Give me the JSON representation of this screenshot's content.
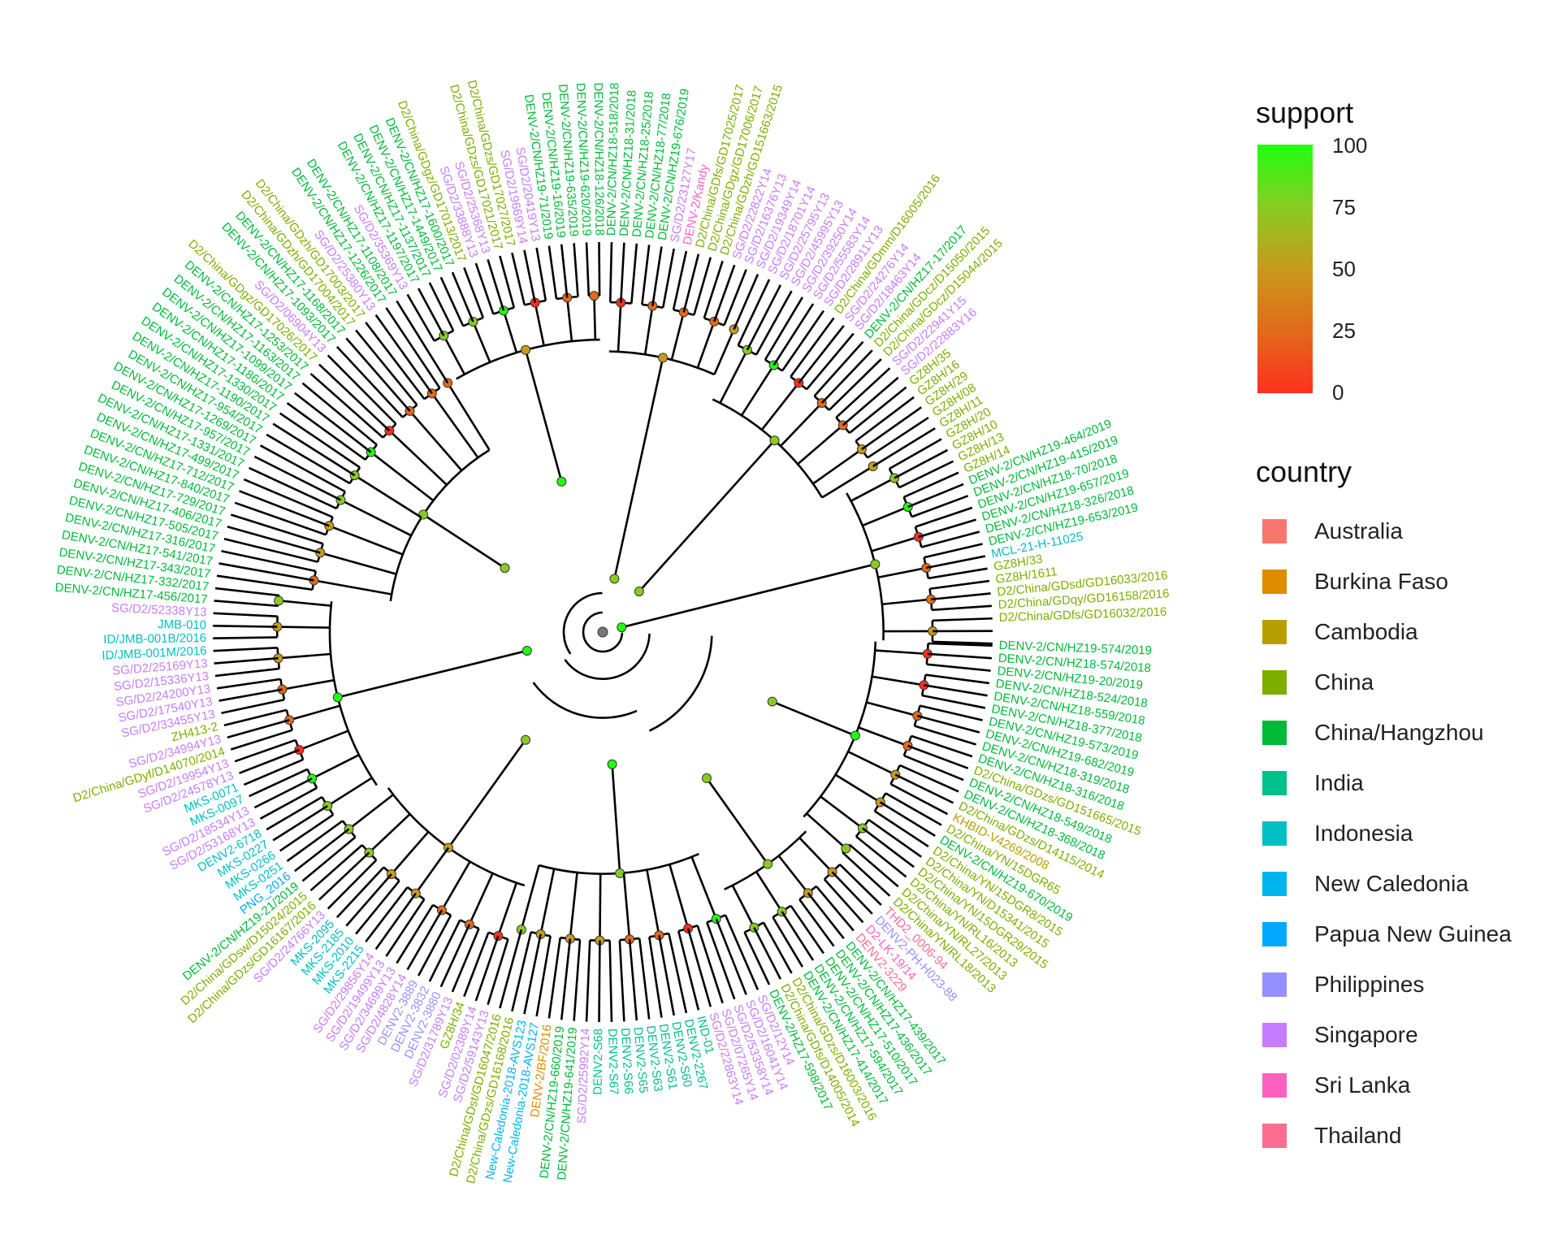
{
  "legend": {
    "support_title": "support",
    "support_ticks": [
      "100",
      "75",
      "50",
      "25",
      "0"
    ],
    "support_colors": [
      "#22ff11",
      "#88cc22",
      "#c89a1c",
      "#e26a1a",
      "#ff2f1f"
    ],
    "country_title": "country",
    "countries": [
      {
        "label": "Australia",
        "color": "#F8766D"
      },
      {
        "label": "Burkina Faso",
        "color": "#DE8C00"
      },
      {
        "label": "Cambodia",
        "color": "#B79F00"
      },
      {
        "label": "China",
        "color": "#7CAE00"
      },
      {
        "label": "China/Hangzhou",
        "color": "#00BA38"
      },
      {
        "label": "India",
        "color": "#00C08B"
      },
      {
        "label": "Indonesia",
        "color": "#00BFC4"
      },
      {
        "label": "New Caledonia",
        "color": "#00B4F0"
      },
      {
        "label": "Papua New Guinea",
        "color": "#00A9FF"
      },
      {
        "label": "Philippines",
        "color": "#9590FF"
      },
      {
        "label": "Singapore",
        "color": "#C77CFF"
      },
      {
        "label": "Sri Lanka",
        "color": "#FF61C3"
      },
      {
        "label": "Thailand",
        "color": "#FF6C91"
      }
    ]
  },
  "tree": {
    "tips": [
      {
        "label": "DENV-2/CN/HZ19-574/2019",
        "country": "China/Hangzhou"
      },
      {
        "label": "DENV-2/CN/HZ18-574/2018",
        "country": "China/Hangzhou"
      },
      {
        "label": "DENV-2/CN/HZ19-20/2019",
        "country": "China/Hangzhou"
      },
      {
        "label": "DENV-2/CN/HZ18-524/2018",
        "country": "China/Hangzhou"
      },
      {
        "label": "DENV-2/CN/HZ18-559/2018",
        "country": "China/Hangzhou"
      },
      {
        "label": "DENV-2/CN/HZ18-377/2018",
        "country": "China/Hangzhou"
      },
      {
        "label": "DENV-2/CN/HZ19-573/2019",
        "country": "China/Hangzhou"
      },
      {
        "label": "DENV-2/CN/HZ19-682/2019",
        "country": "China/Hangzhou"
      },
      {
        "label": "DENV-2/CN/HZ18-319/2018",
        "country": "China/Hangzhou"
      },
      {
        "label": "DENV-2/CN/HZ18-316/2018",
        "country": "China/Hangzhou"
      },
      {
        "label": "D2/China/GDzs/GD151665/2015",
        "country": "China"
      },
      {
        "label": "DENV-2/CN/HZ18-549/2018",
        "country": "China/Hangzhou"
      },
      {
        "label": "DENV-2/CN/HZ18-368/2018",
        "country": "China/Hangzhou"
      },
      {
        "label": "D2/China/GDzs/D14115/2014",
        "country": "China"
      },
      {
        "label": "KHBID-V4269/2008",
        "country": "Cambodia"
      },
      {
        "label": "D2/China/YN/15DGR65",
        "country": "China"
      },
      {
        "label": "DENV-2/CN/HZ19-670/2019",
        "country": "China/Hangzhou"
      },
      {
        "label": "D2/China/YN/15DGR8/2015",
        "country": "China"
      },
      {
        "label": "D2/China/YN/D15341/2015",
        "country": "China"
      },
      {
        "label": "D2/China/YN/15DGR29/2015",
        "country": "China"
      },
      {
        "label": "D2/China/YN/RL16/2013",
        "country": "China"
      },
      {
        "label": "D2/China/YN/RL27/2013",
        "country": "China"
      },
      {
        "label": "D2/China/YN/RL18/2013",
        "country": "China"
      },
      {
        "label": "THD2_0006-94",
        "country": "Thailand"
      },
      {
        "label": "DENV2-PH-H023-88",
        "country": "Philippines"
      },
      {
        "label": "D2-LK-19/14",
        "country": "Sri Lanka"
      },
      {
        "label": "DENV2-3229",
        "country": "Thailand"
      },
      {
        "label": "DENV-2/CN/HZ17-439/2017",
        "country": "China/Hangzhou"
      },
      {
        "label": "DENV-2/CN/HZ17-436/2017",
        "country": "China/Hangzhou"
      },
      {
        "label": "DENV-2/CN/HZ17-510/2017",
        "country": "China/Hangzhou"
      },
      {
        "label": "DENV-2/CN/HZ17-594/2017",
        "country": "China/Hangzhou"
      },
      {
        "label": "DENV-2/CN/HZ17-414/2017",
        "country": "China/Hangzhou"
      },
      {
        "label": "D2/China/GDzs/D16003/2016",
        "country": "China"
      },
      {
        "label": "D2/China/GDfs/D14005/2014",
        "country": "China"
      },
      {
        "label": "DENV-2/HZ17-598/2017",
        "country": "China/Hangzhou"
      },
      {
        "label": "SG/D2/12Y14",
        "country": "Singapore"
      },
      {
        "label": "SG/D2/16041Y14",
        "country": "Singapore"
      },
      {
        "label": "SG/D2/53358Y14",
        "country": "Singapore"
      },
      {
        "label": "SG/D2/07265Y14",
        "country": "Singapore"
      },
      {
        "label": "SG/D2/22863Y14",
        "country": "Singapore"
      },
      {
        "label": "IND-01",
        "country": "India"
      },
      {
        "label": "DENV2-2267",
        "country": "India"
      },
      {
        "label": "DENV2-S60",
        "country": "India"
      },
      {
        "label": "DENV2-S61",
        "country": "India"
      },
      {
        "label": "DENV2-S63",
        "country": "India"
      },
      {
        "label": "DENV2-S65",
        "country": "India"
      },
      {
        "label": "DENV2-S66",
        "country": "India"
      },
      {
        "label": "DENV2-S67",
        "country": "India"
      },
      {
        "label": "DENV2-S68",
        "country": "India"
      },
      {
        "label": "SG/D2/25992Y14",
        "country": "Singapore"
      },
      {
        "label": "DENV-2/CN/HZ19-641/2019",
        "country": "China/Hangzhou"
      },
      {
        "label": "DENV-2/CN/HZ19-660/2019",
        "country": "China/Hangzhou"
      },
      {
        "label": "DENV-2/BF/2016",
        "country": "Burkina Faso"
      },
      {
        "label": "New-Caledonia-2018-AVS127",
        "country": "New Caledonia"
      },
      {
        "label": "New-Caledonia-2018-AVS123",
        "country": "New Caledonia"
      },
      {
        "label": "D2/China/GDzs/GD16168/2016",
        "country": "China"
      },
      {
        "label": "D2/China/GDst/GD16047/2016",
        "country": "China"
      },
      {
        "label": "SG/D2/59143Y13",
        "country": "Singapore"
      },
      {
        "label": "SG/D2/02389Y14",
        "country": "Singapore"
      },
      {
        "label": "GZ8H/34",
        "country": "China"
      },
      {
        "label": "SG/D2/31789Y13",
        "country": "Singapore"
      },
      {
        "label": "DENV2-3880",
        "country": "Philippines"
      },
      {
        "label": "DENV2-3832",
        "country": "Philippines"
      },
      {
        "label": "DENV2-3889",
        "country": "Philippines"
      },
      {
        "label": "SG/D2/4828Y14",
        "country": "Singapore"
      },
      {
        "label": "SG/D2/34699Y13",
        "country": "Singapore"
      },
      {
        "label": "SG/D2/19499Y13",
        "country": "Singapore"
      },
      {
        "label": "SG/D2/29856Y14",
        "country": "Singapore"
      },
      {
        "label": "MKS-2215",
        "country": "Indonesia"
      },
      {
        "label": "MKS-2010",
        "country": "Indonesia"
      },
      {
        "label": "MKS-2185",
        "country": "Indonesia"
      },
      {
        "label": "MKS-2095",
        "country": "Indonesia"
      },
      {
        "label": "SG/D2/24766Y13",
        "country": "Singapore"
      },
      {
        "label": "D2/China/GDzs/GD16167/2016",
        "country": "China"
      },
      {
        "label": "D2/China/GDsw/D15024/2015",
        "country": "China"
      },
      {
        "label": "DENV-2/CN/HZ19-21/2019",
        "country": "China/Hangzhou"
      },
      {
        "label": "PNG_2016",
        "country": "Papua New Guinea"
      },
      {
        "label": "MKS-0251",
        "country": "Indonesia"
      },
      {
        "label": "MKS-0266",
        "country": "Indonesia"
      },
      {
        "label": "MKS-0227",
        "country": "Indonesia"
      },
      {
        "label": "DENV2-6718",
        "country": "Indonesia"
      },
      {
        "label": "SG/D2/53168Y13",
        "country": "Singapore"
      },
      {
        "label": "SG/D2/18534Y13",
        "country": "Singapore"
      },
      {
        "label": "MKS-0097",
        "country": "Indonesia"
      },
      {
        "label": "MKS-0071",
        "country": "Indonesia"
      },
      {
        "label": "SG/D2/24578Y13",
        "country": "Singapore"
      },
      {
        "label": "SG/D2/19954Y13",
        "country": "Singapore"
      },
      {
        "label": "D2/China/GDyf/D14070/2014",
        "country": "China"
      },
      {
        "label": "SG/D2/34994Y13",
        "country": "Singapore"
      },
      {
        "label": "ZH413-2",
        "country": "China"
      },
      {
        "label": "SG/D2/33455Y13",
        "country": "Singapore"
      },
      {
        "label": "SG/D2/17540Y13",
        "country": "Singapore"
      },
      {
        "label": "SG/D2/24200Y13",
        "country": "Singapore"
      },
      {
        "label": "SG/D2/15336Y13",
        "country": "Singapore"
      },
      {
        "label": "SG/D2/25169Y13",
        "country": "Singapore"
      },
      {
        "label": "ID/JMB-001M/2016",
        "country": "Indonesia"
      },
      {
        "label": "ID/JMB-001B/2016",
        "country": "Indonesia"
      },
      {
        "label": "JMB-010",
        "country": "Indonesia"
      },
      {
        "label": "SG/D2/52338Y13",
        "country": "Singapore"
      },
      {
        "label": "DENV-2/CN/HZ17-456/2017",
        "country": "China/Hangzhou"
      },
      {
        "label": "DENV-2/CN/HZ17-332/2017",
        "country": "China/Hangzhou"
      },
      {
        "label": "DENV-2/CN/HZ17-343/2017",
        "country": "China/Hangzhou"
      },
      {
        "label": "DENV-2/CN/HZ17-541/2017",
        "country": "China/Hangzhou"
      },
      {
        "label": "DENV-2/CN/HZ17-316/2017",
        "country": "China/Hangzhou"
      },
      {
        "label": "DENV-2/CN/HZ17-505/2017",
        "country": "China/Hangzhou"
      },
      {
        "label": "DENV-2/CN/HZ17-406/2017",
        "country": "China/Hangzhou"
      },
      {
        "label": "DENV-2/CN/HZ17-729/2017",
        "country": "China/Hangzhou"
      },
      {
        "label": "DENV-2/CN/HZ17-840/2017",
        "country": "China/Hangzhou"
      },
      {
        "label": "DENV-2/CN/HZ17-712/2017",
        "country": "China/Hangzhou"
      },
      {
        "label": "DENV-2/CN/HZ17-499/2017",
        "country": "China/Hangzhou"
      },
      {
        "label": "DENV-2/CN/HZ17-1331/2017",
        "country": "China/Hangzhou"
      },
      {
        "label": "DENV-2/CN/HZ17-957/2017",
        "country": "China/Hangzhou"
      },
      {
        "label": "DENV-2/CN/HZ17-1269/2017",
        "country": "China/Hangzhou"
      },
      {
        "label": "DENV-2/CN/HZ17-954/2017",
        "country": "China/Hangzhou"
      },
      {
        "label": "DENV-2/CN/HZ17-1190/2017",
        "country": "China/Hangzhou"
      },
      {
        "label": "DENV-2/CN/HZ17-1330/2017",
        "country": "China/Hangzhou"
      },
      {
        "label": "DENV-2/CN/HZ17-1186/2017",
        "country": "China/Hangzhou"
      },
      {
        "label": "DENV-2/CN/HZ17-1099/2017",
        "country": "China/Hangzhou"
      },
      {
        "label": "DENV-2/CN/HZ17-1163/2017",
        "country": "China/Hangzhou"
      },
      {
        "label": "DENV-2/CN/HZ17-1253/2017",
        "country": "China/Hangzhou"
      },
      {
        "label": "D2/China/GDgz/GD17026/2017",
        "country": "China"
      },
      {
        "label": "SG/D2/06904Y13",
        "country": "Singapore"
      },
      {
        "label": "DENV-2/CN/HZ17-1093/2017",
        "country": "China/Hangzhou"
      },
      {
        "label": "DENV-2/CN/HZ17-1168/2017",
        "country": "China/Hangzhou"
      },
      {
        "label": "D2/China/GDzh/GD17004/2017",
        "country": "China"
      },
      {
        "label": "D2/China/GDzh/GD17003/2017",
        "country": "China"
      },
      {
        "label": "SG/D2/25380Y13",
        "country": "Singapore"
      },
      {
        "label": "DENV-2/CN/HZ17-1226/2017",
        "country": "China/Hangzhou"
      },
      {
        "label": "DENV-2/CN/HZ17-1108/2017",
        "country": "China/Hangzhou"
      },
      {
        "label": "SG/D2/35369Y13",
        "country": "Singapore"
      },
      {
        "label": "DENV-2/CN/HZ17-1197/2017",
        "country": "China/Hangzhou"
      },
      {
        "label": "DENV-2/CN/HZ17-1137/2017",
        "country": "China/Hangzhou"
      },
      {
        "label": "DENV-2/CN/HZ17-1449/2017",
        "country": "China/Hangzhou"
      },
      {
        "label": "DENV-2/CN/HZ17-1600/2017",
        "country": "China/Hangzhou"
      },
      {
        "label": "D2/China/GDgz/GD17013/2017",
        "country": "China"
      },
      {
        "label": "SG/D2/33888Y13",
        "country": "Singapore"
      },
      {
        "label": "SG/D2/25368Y13",
        "country": "Singapore"
      },
      {
        "label": "D2/China/GDzs/GD17021/2017",
        "country": "China"
      },
      {
        "label": "D2/China/GDzs/GD17027/2017",
        "country": "China"
      },
      {
        "label": "SG/D2/19669Y14",
        "country": "Singapore"
      },
      {
        "label": "SG/D2/20419Y13",
        "country": "Singapore"
      },
      {
        "label": "DENV-2/CN/HZ19-71/2019",
        "country": "China/Hangzhou"
      },
      {
        "label": "DENV-2/CN/HZ19-16/2019",
        "country": "China/Hangzhou"
      },
      {
        "label": "DENV-2/CN/HZ19-635/2019",
        "country": "China/Hangzhou"
      },
      {
        "label": "DENV-2/CN/HZ19-620/2019",
        "country": "China/Hangzhou"
      },
      {
        "label": "DENV-2/CN/HZ18-126/2018",
        "country": "China/Hangzhou"
      },
      {
        "label": "DENV-2/CN/HZ18-518/2018",
        "country": "China/Hangzhou"
      },
      {
        "label": "DENV-2/CN/HZ18-31/2018",
        "country": "China/Hangzhou"
      },
      {
        "label": "DENV-2/CN/HZ18-25/2018",
        "country": "China/Hangzhou"
      },
      {
        "label": "DENV-2/CN/HZ18-77/2018",
        "country": "China/Hangzhou"
      },
      {
        "label": "DENV-2/CN/HZ19-676/2019",
        "country": "China/Hangzhou"
      },
      {
        "label": "SG/D2/23127Y17",
        "country": "Singapore"
      },
      {
        "label": "DENV-2/Kandy",
        "country": "Sri Lanka"
      },
      {
        "label": "D2/China/GDfs/GD17025/2017",
        "country": "China"
      },
      {
        "label": "D2/China/GDgz/GD17006/2017",
        "country": "China"
      },
      {
        "label": "D2/China/GDzh/GD151663/2015",
        "country": "China"
      },
      {
        "label": "SG/D2/22822Y14",
        "country": "Singapore"
      },
      {
        "label": "SG/D2/16376Y13",
        "country": "Singapore"
      },
      {
        "label": "SG/D2/19349Y14",
        "country": "Singapore"
      },
      {
        "label": "SG/D2/18701Y14",
        "country": "Singapore"
      },
      {
        "label": "SG/D2/25795Y13",
        "country": "Singapore"
      },
      {
        "label": "SG/D2/45995Y13",
        "country": "Singapore"
      },
      {
        "label": "SG/D2/39250Y14",
        "country": "Singapore"
      },
      {
        "label": "SG/D2/55583Y14",
        "country": "Singapore"
      },
      {
        "label": "SG/D2/28911Y13",
        "country": "Singapore"
      },
      {
        "label": "D2/China/GDmm/D16005/2016",
        "country": "China"
      },
      {
        "label": "SG/D2/24276Y14",
        "country": "Singapore"
      },
      {
        "label": "SG/D2/18463Y14",
        "country": "Singapore"
      },
      {
        "label": "DENV-2/CN/HZ17-17/2017",
        "country": "China/Hangzhou"
      },
      {
        "label": "D2/China/GDcz/D15050/2015",
        "country": "China"
      },
      {
        "label": "D2/China/GDcz/D15044/2015",
        "country": "China"
      },
      {
        "label": "SG/D2/22941Y15",
        "country": "Singapore"
      },
      {
        "label": "SG/D2/22883Y16",
        "country": "Singapore"
      },
      {
        "label": "GZ8H/35",
        "country": "China"
      },
      {
        "label": "GZ8H/16",
        "country": "China"
      },
      {
        "label": "GZ8H/29",
        "country": "China"
      },
      {
        "label": "GZ8H/08",
        "country": "China"
      },
      {
        "label": "GZ8H/11",
        "country": "China"
      },
      {
        "label": "GZ8H/20",
        "country": "China"
      },
      {
        "label": "GZ8H/10",
        "country": "China"
      },
      {
        "label": "GZ8H/13",
        "country": "China"
      },
      {
        "label": "GZ8H/14",
        "country": "China"
      },
      {
        "label": "DENV-2/CN/HZ19-464/2019",
        "country": "China/Hangzhou"
      },
      {
        "label": "DENV-2/CN/HZ19-415/2019",
        "country": "China/Hangzhou"
      },
      {
        "label": "DENV-2/CN/HZ18-70/2018",
        "country": "China/Hangzhou"
      },
      {
        "label": "DENV-2/CN/HZ19-657/2019",
        "country": "China/Hangzhou"
      },
      {
        "label": "DENV-2/CN/HZ18-326/2018",
        "country": "China/Hangzhou"
      },
      {
        "label": "DENV-2/CN/HZ19-653/2019",
        "country": "China/Hangzhou"
      },
      {
        "label": "MCL-21-H-11025",
        "country": "Indonesia"
      },
      {
        "label": "GZ8H/33",
        "country": "China"
      },
      {
        "label": "GZ8H/1611",
        "country": "China"
      },
      {
        "label": "D2/China/GDsd/GD16033/2016",
        "country": "China"
      },
      {
        "label": "D2/China/GDqy/GD16158/2016",
        "country": "China"
      },
      {
        "label": "D2/China/GDfs/GD16032/2016",
        "country": "China"
      }
    ],
    "clades": [
      {
        "start": 0,
        "end": 22,
        "attach": 0.47,
        "crown": 0.7
      },
      {
        "start": 23,
        "end": 34,
        "attach": 0.46,
        "crown": 0.73
      },
      {
        "start": 35,
        "end": 56,
        "attach": 0.34,
        "crown": 0.62
      },
      {
        "start": 57,
        "end": 77,
        "attach": 0.34,
        "crown": 0.68
      },
      {
        "start": 78,
        "end": 100,
        "attach": 0.2,
        "crown": 0.7
      },
      {
        "start": 101,
        "end": 128,
        "attach": 0.3,
        "crown": 0.55
      },
      {
        "start": 129,
        "end": 145,
        "attach": 0.4,
        "crown": 0.75
      },
      {
        "start": 146,
        "end": 158,
        "attach": 0.14,
        "crown": 0.72
      },
      {
        "start": 159,
        "end": 177,
        "attach": 0.14,
        "crown": 0.66
      },
      {
        "start": 178,
        "end": 195,
        "attach": 0.05,
        "crown": 0.72
      }
    ],
    "deep_nodes": [
      {
        "from": 0,
        "to": 34,
        "radius": 0.28
      },
      {
        "from": 35,
        "to": 77,
        "radius": 0.22
      },
      {
        "from": 0,
        "to": 77,
        "radius": 0.12
      },
      {
        "from": 78,
        "to": 145,
        "radius": 0.1
      },
      {
        "from": 0,
        "to": 145,
        "radius": 0.05
      }
    ]
  }
}
